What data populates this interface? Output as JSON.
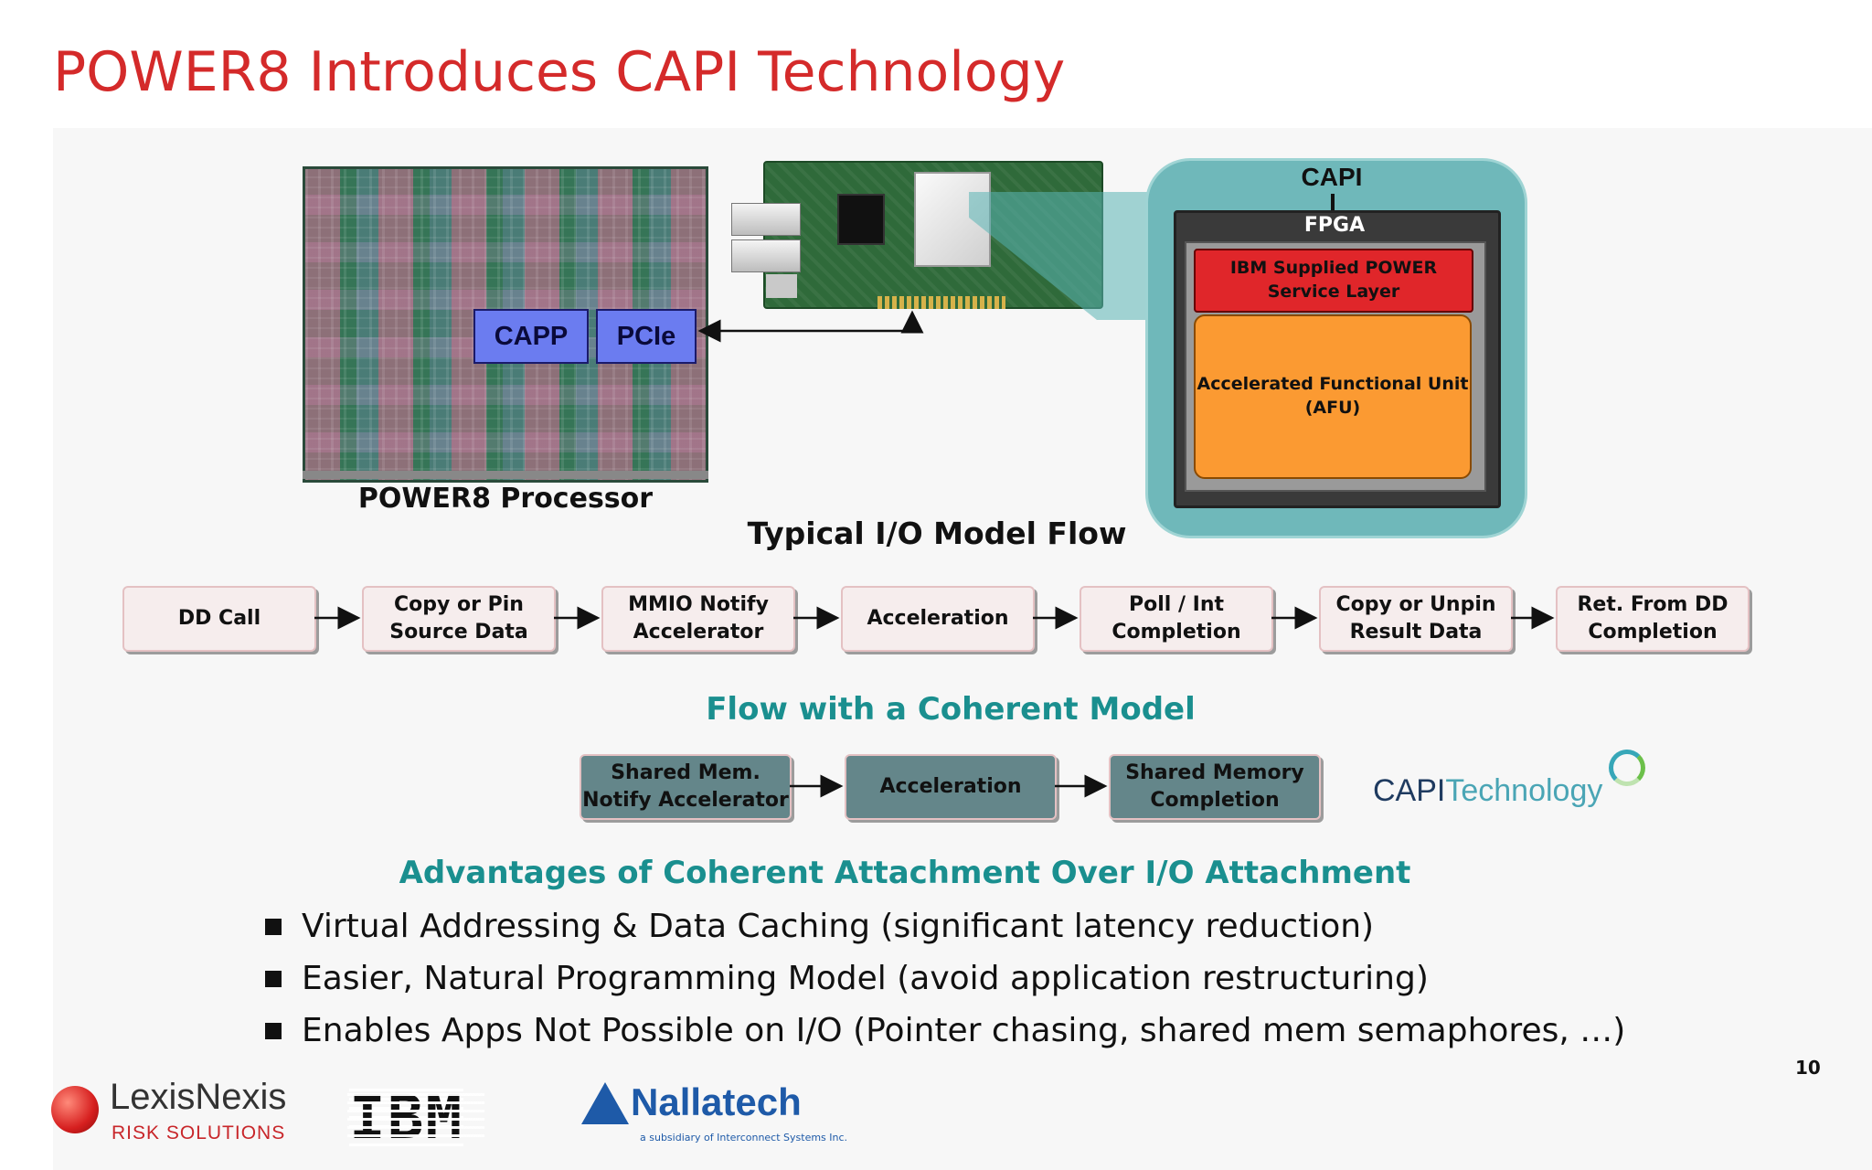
{
  "title": "POWER8 Introduces CAPI Technology",
  "processor": {
    "caption": "POWER8 Processor",
    "capp_label": "CAPP",
    "pcie_label": "PCIe"
  },
  "capi_diagram": {
    "capi_label": "CAPI",
    "fpga_label": "FPGA",
    "service_layer": "IBM Supplied POWER Service Layer",
    "afu": "Accelerated Functional Unit (AFU)"
  },
  "typical_flow": {
    "heading": "Typical I/O Model Flow",
    "steps": [
      "DD Call",
      "Copy or Pin Source Data",
      "MMIO Notify Accelerator",
      "Acceleration",
      "Poll / Int Completion",
      "Copy or Unpin Result Data",
      "Ret. From DD Completion"
    ]
  },
  "coherent_flow": {
    "heading": "Flow with a Coherent Model",
    "steps": [
      "Shared Mem. Notify Accelerator",
      "Acceleration",
      "Shared Memory Completion"
    ]
  },
  "capi_logo": {
    "capi": "CAPI",
    "technology": "Technology"
  },
  "advantages": {
    "heading": "Advantages of Coherent Attachment Over I/O Attachment",
    "bullets": [
      "Virtual Addressing & Data Caching (significant latency reduction)",
      "Easier, Natural Programming Model (avoid application restructuring)",
      "Enables Apps Not Possible on I/O (Pointer chasing, shared mem semaphores, …)"
    ]
  },
  "page_number": "10",
  "logos": {
    "lexisnexis": "LexisNexis",
    "lexisnexis_sub": "RISK SOLUTIONS",
    "ibm": "IBM",
    "nallatech": "Nallatech",
    "nallatech_sub": "a subsidiary of Interconnect Systems Inc."
  },
  "colors": {
    "title": "#d42a2a",
    "teal_heading": "#1a8f8f",
    "capp_pcie": "#6b7cf0",
    "service_layer": "#e0262a",
    "afu": "#fb9a32",
    "capi_outer": "#6fb8ba"
  }
}
